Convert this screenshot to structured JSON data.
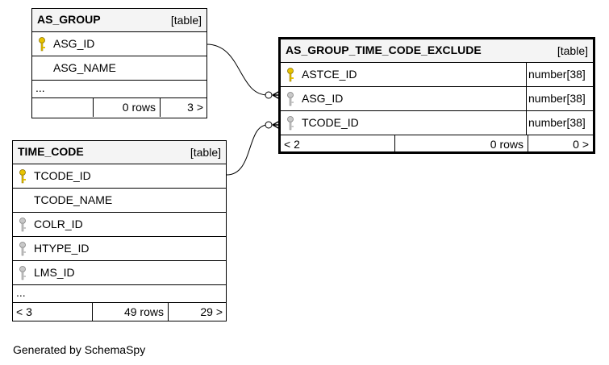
{
  "tables": {
    "as_group": {
      "name": "AS_GROUP",
      "kind": "[table]",
      "columns": [
        {
          "name": "ASG_ID",
          "key": "primary"
        },
        {
          "name": "ASG_NAME",
          "key": "none"
        }
      ],
      "more": "...",
      "footer": {
        "parents": "",
        "rows": "0 rows",
        "children": "3 >"
      }
    },
    "time_code": {
      "name": "TIME_CODE",
      "kind": "[table]",
      "columns": [
        {
          "name": "TCODE_ID",
          "key": "primary"
        },
        {
          "name": "TCODE_NAME",
          "key": "none"
        },
        {
          "name": "COLR_ID",
          "key": "foreign"
        },
        {
          "name": "HTYPE_ID",
          "key": "foreign"
        },
        {
          "name": "LMS_ID",
          "key": "foreign"
        }
      ],
      "more": "...",
      "footer": {
        "parents": "< 3",
        "rows": "49 rows",
        "children": "29 >"
      }
    },
    "as_group_time_code_exclude": {
      "name": "AS_GROUP_TIME_CODE_EXCLUDE",
      "kind": "[table]",
      "columns": [
        {
          "name": "ASTCE_ID",
          "key": "primary",
          "type": "number[38]"
        },
        {
          "name": "ASG_ID",
          "key": "foreign",
          "type": "number[38]"
        },
        {
          "name": "TCODE_ID",
          "key": "foreign",
          "type": "number[38]"
        }
      ],
      "footer": {
        "parents": "< 2",
        "rows": "0 rows",
        "children": "0 >"
      }
    }
  },
  "colors": {
    "primary_key": "#e8c300",
    "foreign_key": "#a8a8a8",
    "header_bg": "#f4f4f4"
  },
  "credit": "Generated by SchemaSpy"
}
